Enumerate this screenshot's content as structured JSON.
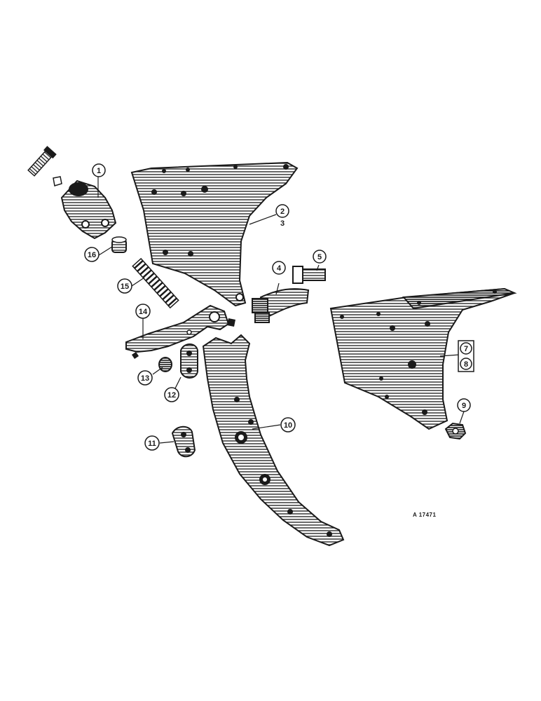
{
  "figure_ref": "A 17471",
  "callouts": {
    "c1": "1",
    "c2": "2",
    "c3": "3",
    "c4": "4",
    "c5": "5",
    "c6": "16",
    "c7": "15",
    "c8": "14",
    "c9": "13",
    "c10": "12",
    "c11": "11",
    "c12": "10",
    "c13": "9",
    "c14": "7",
    "c15": "8"
  },
  "colors": {
    "ink": "#1a1a1a",
    "paper": "#ffffff"
  }
}
